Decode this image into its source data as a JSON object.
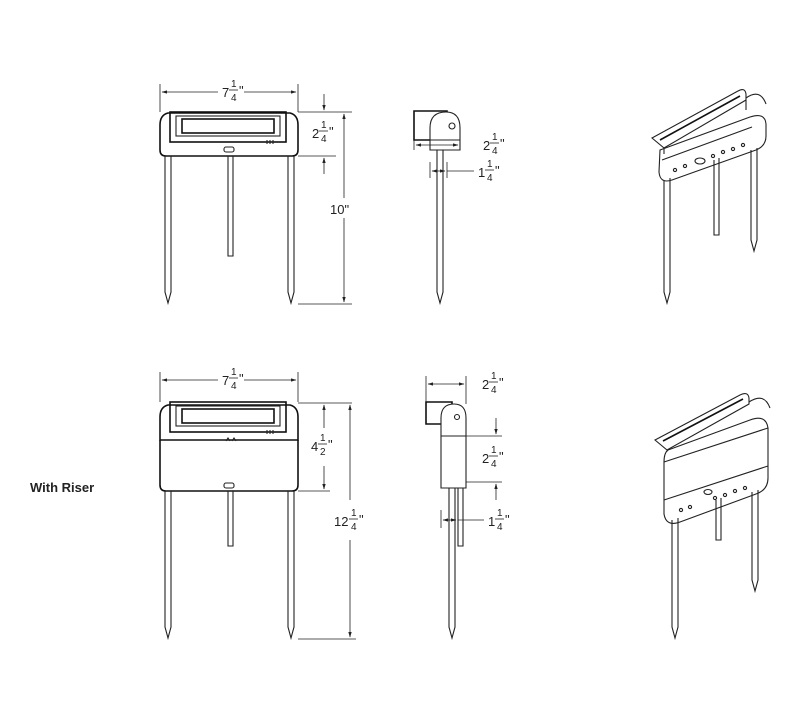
{
  "labels": {
    "with_riser": "With Riser"
  },
  "dimensions": {
    "top_front_width": {
      "whole": "7",
      "num": "1",
      "den": "4",
      "unit": "\""
    },
    "top_front_head": {
      "whole": "2",
      "num": "1",
      "den": "4",
      "unit": "\""
    },
    "top_front_height": {
      "text": "10\""
    },
    "top_side_depth": {
      "whole": "2",
      "num": "1",
      "den": "4",
      "unit": "\""
    },
    "top_side_stake": {
      "whole": "1",
      "num": "1",
      "den": "4",
      "unit": "\""
    },
    "bot_front_width": {
      "whole": "7",
      "num": "1",
      "den": "4",
      "unit": "\""
    },
    "bot_front_head": {
      "whole": "4",
      "num": "1",
      "den": "2",
      "unit": "\""
    },
    "bot_front_height": {
      "whole": "12",
      "num": "1",
      "den": "4",
      "unit": "\""
    },
    "bot_side_depth": {
      "whole": "2",
      "num": "1",
      "den": "4",
      "unit": "\""
    },
    "bot_side_riser": {
      "whole": "2",
      "num": "1",
      "den": "4",
      "unit": "\""
    },
    "bot_side_stake": {
      "whole": "1",
      "num": "1",
      "den": "4",
      "unit": "\""
    }
  }
}
